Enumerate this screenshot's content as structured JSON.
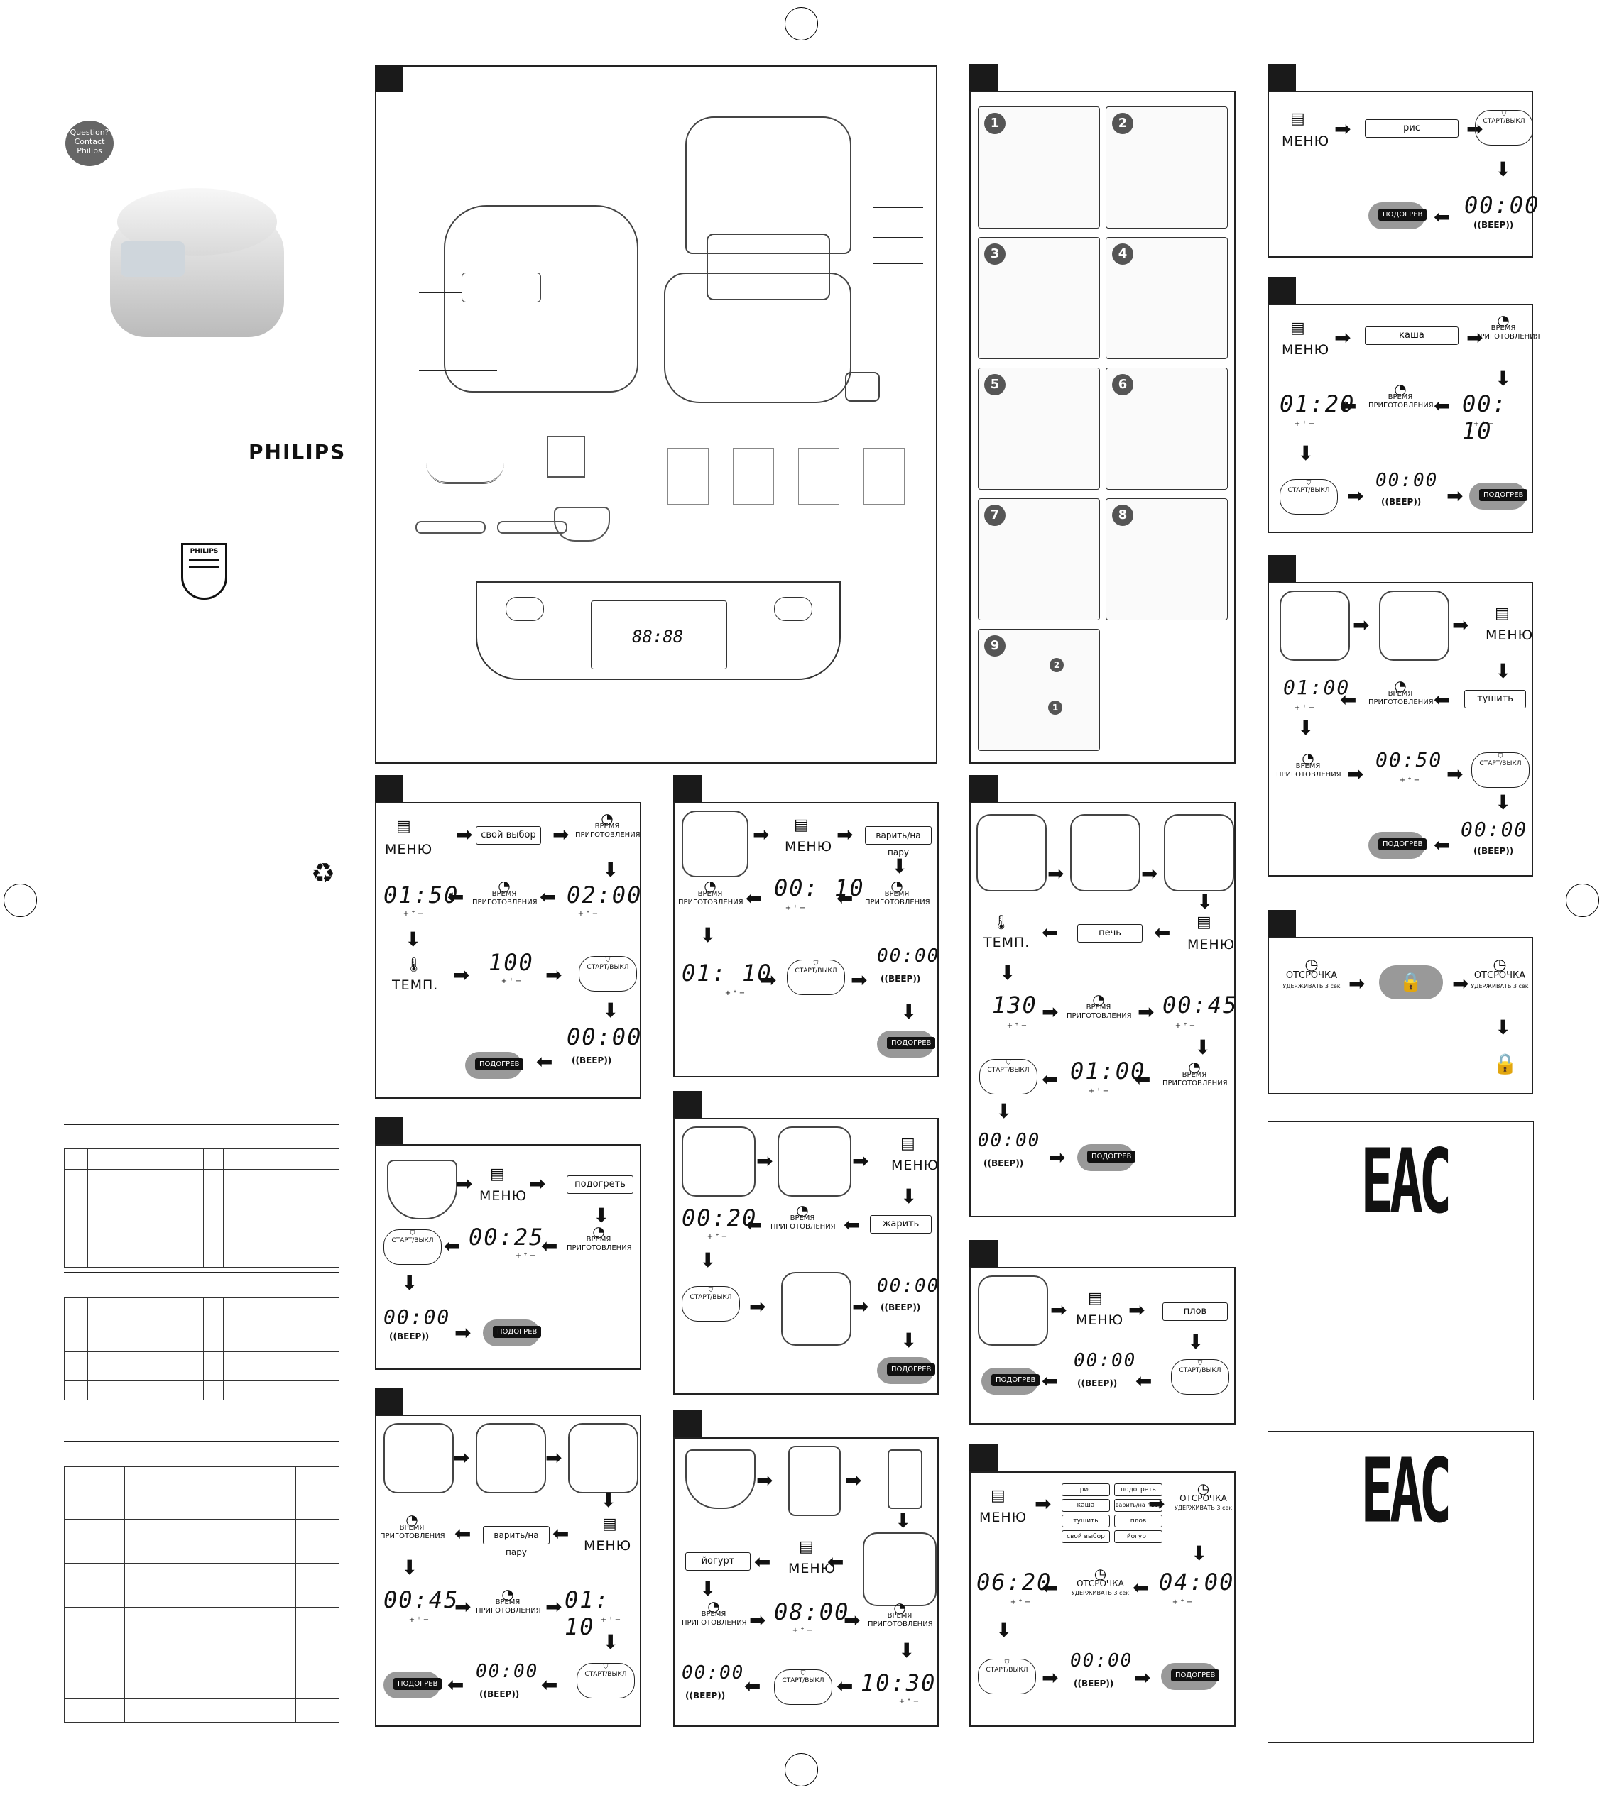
{
  "cover": {
    "badge_line1": "Question?",
    "badge_line2": "Contact",
    "badge_line3": "Philips",
    "brand": "PHILIPS",
    "shield_text": "PHILIPS"
  },
  "ctrl": {
    "display": "88:88"
  },
  "common": {
    "menu": "МЕНЮ",
    "start": "СТАРТ/ВЫКЛ",
    "hold": "УДЕРЖИВАТЬ 3 сек",
    "time1": "ВРЕМЯ",
    "time2": "ПРИГОТОВЛЕНИЯ",
    "temp": "ТЕМП.",
    "warm": "ПОДОГРЕВ",
    "beep": "BEEP",
    "plusminus": "+ ⁺ −",
    "delay": "ОТСРОЧКА"
  },
  "p_rice": {
    "box": "рис",
    "d1": "00:00"
  },
  "p_porridge": {
    "box": "каша",
    "d1": "00: 10",
    "d2": "01:20",
    "d3": "00:00"
  },
  "p_stew": {
    "box": "тушить",
    "d1": "01:00",
    "d2": "00:50",
    "d3": "00:00"
  },
  "p_lock": {},
  "p_own": {
    "box": "свой выбор",
    "d1": "02:00",
    "d2": "01:50",
    "d3": "100",
    "d4": "00:00"
  },
  "p_steam1": {
    "box": "варить/на пару",
    "d1": "00: 10",
    "d2": "01: 10",
    "d3": "00:00"
  },
  "p_bake": {
    "box": "печь",
    "d1": "130",
    "d2": "00:45",
    "d3": "01:00",
    "d4": "00:00"
  },
  "p_reheat": {
    "box": "подогреть",
    "d1": "00:25",
    "d2": "00:00"
  },
  "p_fry": {
    "box": "жарить",
    "d1": "00:20",
    "d2": "00:00"
  },
  "p_pilaf": {
    "box": "плов",
    "d1": "00:00"
  },
  "p_steam2": {
    "box": "варить/на пару",
    "d1": "00:45",
    "d2": "01: 10",
    "d3": "00:00"
  },
  "p_yogurt": {
    "box": "йогурт",
    "d1": "08:00",
    "d2": "10:30",
    "d3": "00:00"
  },
  "p_delay": {
    "opts": [
      "рис",
      "подогреть",
      "каша",
      "варить/на пару",
      "тушить",
      "плов",
      "свой выбор",
      "йогурт"
    ],
    "d1": "04:00",
    "d2": "06:20",
    "d3": "00:00"
  },
  "eac": {
    "mark": "EAC"
  },
  "steps": [
    "1",
    "2",
    "3",
    "4",
    "5",
    "6",
    "7",
    "8",
    "9"
  ],
  "plug_nums": [
    "1",
    "2"
  ]
}
